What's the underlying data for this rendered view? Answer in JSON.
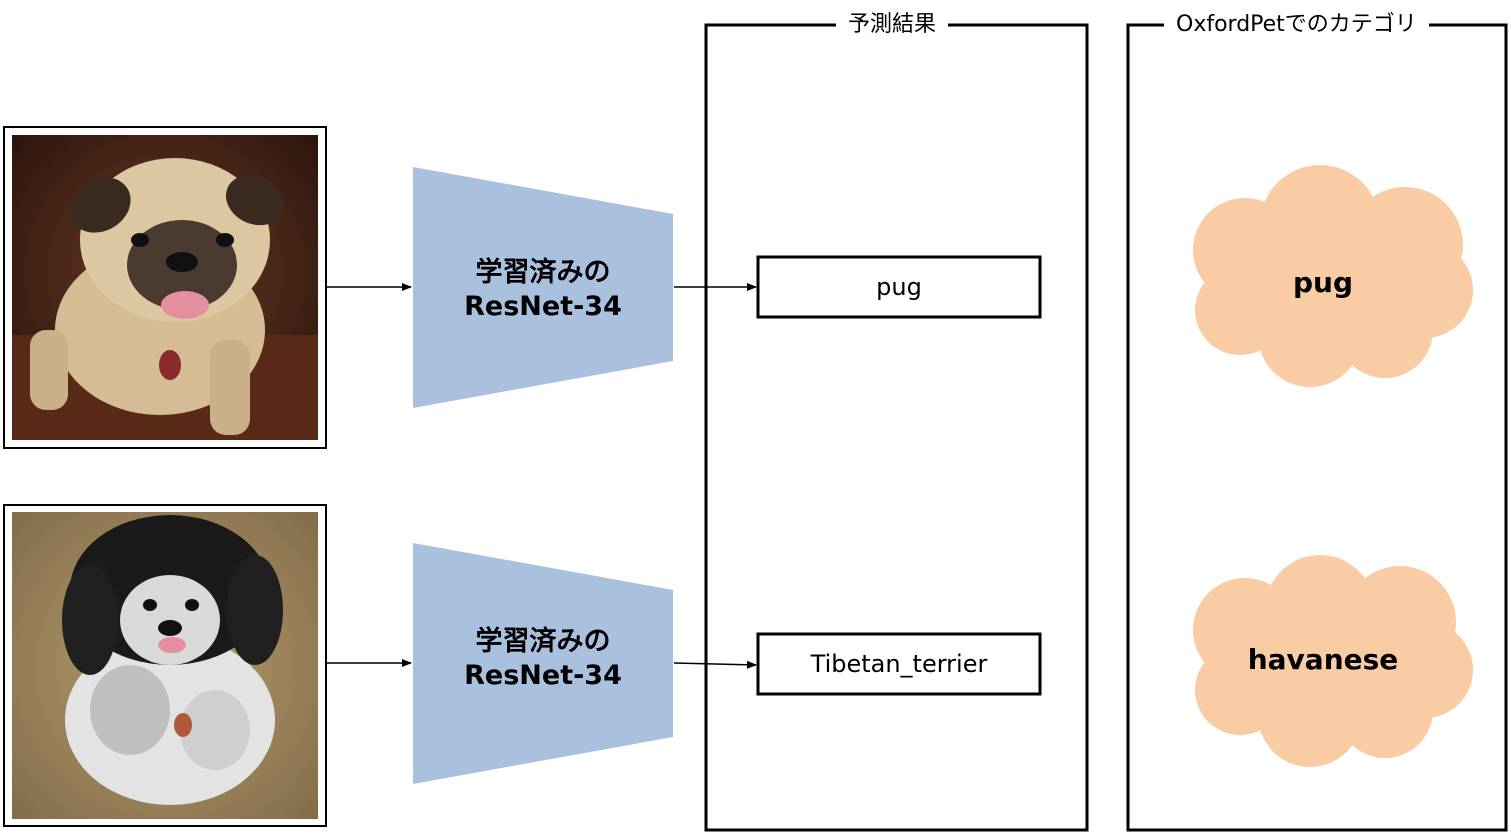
{
  "panels": {
    "prediction_title": "予測結果",
    "category_title": "OxfordPetでのカテゴリ"
  },
  "rows": [
    {
      "image": "pug-dog-photo",
      "model_line1": "学習済みの",
      "model_line2": "ResNet-34",
      "prediction": "pug",
      "category": "pug"
    },
    {
      "image": "havanese-dog-photo",
      "model_line1": "学習済みの",
      "model_line2": "ResNet-34",
      "prediction": "Tibetan_terrier",
      "category": "havanese"
    }
  ],
  "colors": {
    "model_fill": "#a9c1de",
    "cloud_fill": "#f9cca4",
    "stroke": "#000000"
  }
}
